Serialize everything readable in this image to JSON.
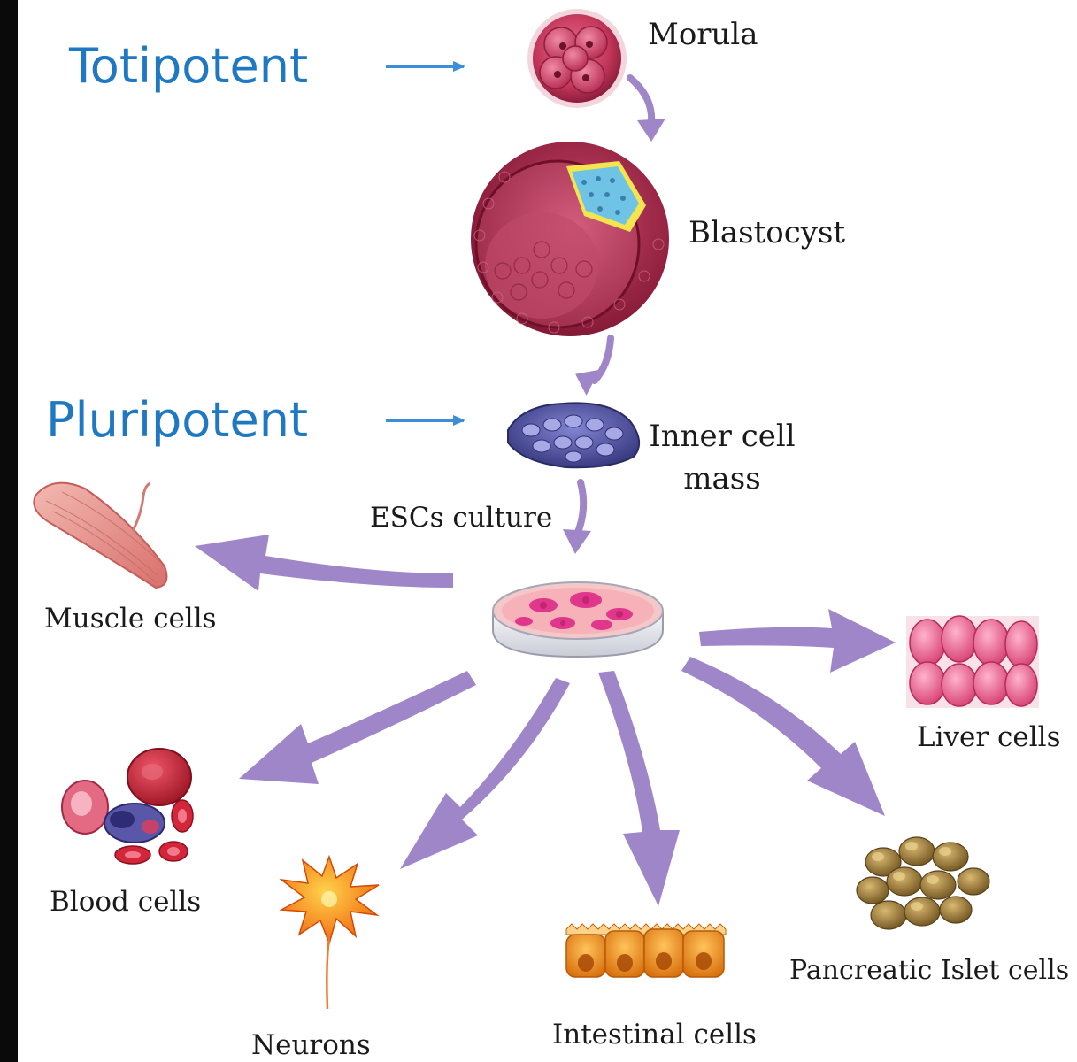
{
  "stages": {
    "totipotent": "Totipotent",
    "pluripotent": "Pluripotent"
  },
  "cells": {
    "morula": "Morula",
    "blastocyst": "Blastocyst",
    "inner_cell_mass_line1": "Inner cell",
    "inner_cell_mass_line2": "mass",
    "escs_culture": "ESCs culture",
    "muscle": "Muscle cells",
    "liver": "Liver cells",
    "blood": "Blood cells",
    "neurons": "Neurons",
    "intestinal": "Intestinal cells",
    "pancreatic": "Pancreatic Islet cells"
  },
  "colors": {
    "stage_text": "#1e78c2",
    "stage_arrow": "#3d8ed6",
    "flow_arrow": "#9e86c9",
    "morula": "#c2365a",
    "blastocyst": "#9c2342",
    "inner_cell_mass": "#4d4f9e",
    "muscle": "#e79a92",
    "liver": "#e65c8a",
    "blood": "#c0283a",
    "neuron": "#f2780f",
    "intestinal": "#ea8a1e",
    "pancreatic": "#9a7b34"
  },
  "icons": [
    "morula-icon",
    "blastocyst-icon",
    "inner-cell-mass-icon",
    "petri-dish-icon",
    "muscle-cells-icon",
    "liver-cells-icon",
    "blood-cells-icon",
    "neuron-icon",
    "intestinal-cells-icon",
    "pancreatic-islet-cells-icon"
  ]
}
